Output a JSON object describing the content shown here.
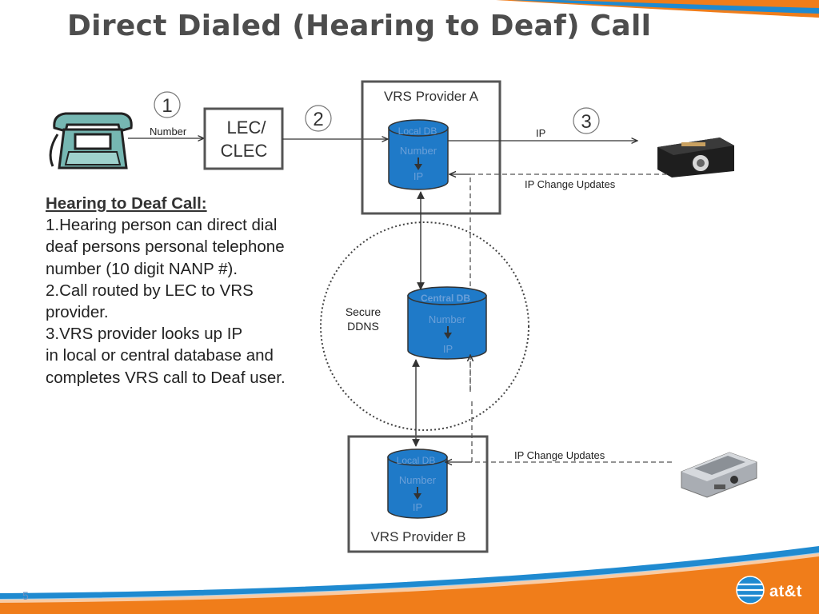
{
  "title": "Direct Dialed (Hearing to Deaf) Call",
  "text_block": {
    "heading": "Hearing to Deaf Call:",
    "lines": [
      "1.Hearing person can direct dial",
      "deaf persons personal telephone",
      "number (10 digit NANP #).",
      "2.Call routed by LEC to VRS",
      "provider.",
      "3.VRS provider looks up IP",
      "in local or central database and",
      "completes VRS call to Deaf user."
    ]
  },
  "diagram": {
    "steps": [
      "1",
      "2",
      "3"
    ],
    "lec_box": [
      "LEC/",
      "CLEC"
    ],
    "labels": {
      "number": "Number",
      "ip": "IP",
      "ip_change_updates_top": "IP Change Updates",
      "ip_change_updates_bottom": "IP Change Updates"
    },
    "provider_a": "VRS Provider A",
    "provider_b": "VRS Provider B",
    "ddns": [
      "Secure",
      "DDNS"
    ],
    "local_db_a": {
      "name": "Local DB",
      "field1": "Number",
      "field2": "IP"
    },
    "central_db": {
      "name": "Central DB",
      "field1": "Number",
      "field2": "IP"
    },
    "local_db_b": {
      "name": "Local DB",
      "field1": "Number",
      "field2": "IP"
    }
  },
  "footer": {
    "page": "5",
    "logo": "at&t"
  },
  "colors": {
    "accent_orange": "#f07d1a",
    "accent_blue": "#1f8ad0",
    "db_blue": "#1f7ac8",
    "db_text": "#6a9fd8",
    "phone_teal": "#76b7b2",
    "title_gray": "#4d4d4d"
  }
}
